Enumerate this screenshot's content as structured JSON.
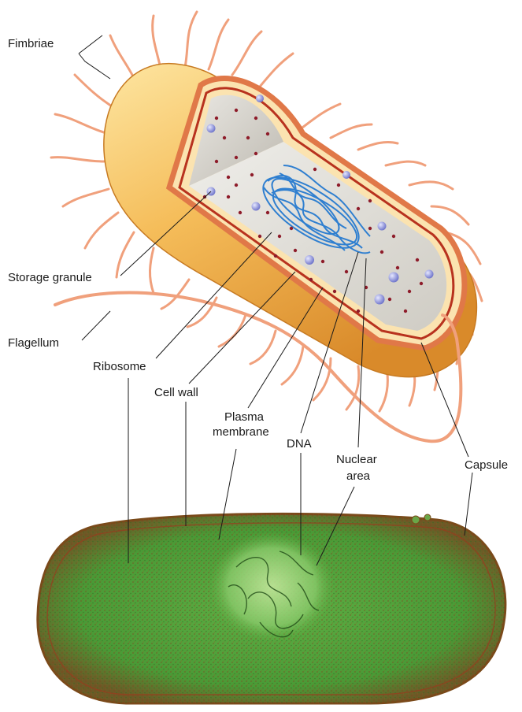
{
  "labels": {
    "fimbriae": "Fimbriae",
    "storage_granule": "Storage granule",
    "flagellum": "Flagellum",
    "ribosome": "Ribosome",
    "cell_wall": "Cell wall",
    "plasma_membrane_line1": "Plasma",
    "plasma_membrane_line2": "membrane",
    "dna": "DNA",
    "nuclear_area_line1": "Nuclear",
    "nuclear_area_line2": "area",
    "capsule": "Capsule"
  },
  "colors": {
    "capsule": "#f2b24c",
    "capsule_light": "#fde6a2",
    "cell_wall": "#e07848",
    "membrane": "#b8321e",
    "cytoplasm": "#dcdad4",
    "fimbriae": "#f0a07c",
    "dna": "#2f7fd0",
    "ribosome": "#8e1c2a",
    "granule": "#8a8fd8",
    "micrograph_green": "#4a9a36",
    "micrograph_red": "#9a3a1e"
  }
}
